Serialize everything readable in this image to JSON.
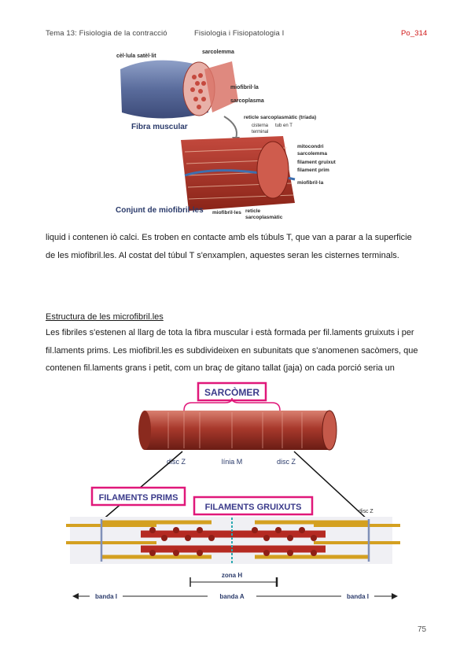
{
  "header": {
    "left": "Tema 13: Fisiologia de la contracció",
    "middle": "Fisiologia i Fisiopatologia I",
    "right": "Po_314"
  },
  "figure1": {
    "labels": {
      "satellite": "cèl·lula satèl·lit",
      "sarcolemma": "sarcolemma",
      "miofibrilla": "miofibril·la",
      "sarcoplasma": "sarcoplasma",
      "fibra": "Fibra muscular",
      "reticle_triada": "reticle sarcoplasmàtic (tríada)",
      "cisterna": "cisterna",
      "terminal": "terminal",
      "tub_t": "tub en T",
      "mitocondri": "mitocondri",
      "sarcolemma2": "sarcolemma",
      "filament_gruixut": "filament gruixut",
      "filament_prim": "filament prim",
      "miofibrilla2": "miofibril·la",
      "conjunt": "Conjunt de miofibril·les",
      "miofibrilles": "miofibril·les",
      "reticle": "reticle",
      "sarcoplasmatic": "sarcoplasmàtic"
    }
  },
  "paragraph1": [
    "liquid i contenen iò calci. Es troben en contacte amb els túbuls T, que van a parar a la superficie",
    "de les miofibril.les. Al costat del túbul T s'enxamplen, aquestes seran les cisternes terminals."
  ],
  "section_title": "Estructura de les microfibril.les",
  "paragraph2": [
    "Les fibriles s'estenen al llarg de tota la fibra muscular i està formada per fil.laments gruixuts i per",
    "fil.laments prims. Les miofibril.les es subdivideixen en subunitats que s'anomenen sacòmers, que",
    "contenen fil.laments grans i petit, com un braç de gitano tallat (jaja) on cada porció seria un"
  ],
  "figure2": {
    "sarcomer": "SARCÒMER",
    "disc_z_left": "disc Z",
    "linia_m": "línia M",
    "disc_z_right": "disc Z",
    "disc_z_small": "disc Z",
    "filaments_prims": "FILAMENTS PRIMS",
    "filaments_gruixuts": "FILAMENTS GRUIXUTS",
    "zona_h": "zona H",
    "banda_i_left": "banda I",
    "banda_a": "banda A",
    "banda_i_right": "banda I"
  },
  "page_number": "75",
  "colors": {
    "label_box_border": "#e0187a",
    "header_right": "#d01818"
  }
}
